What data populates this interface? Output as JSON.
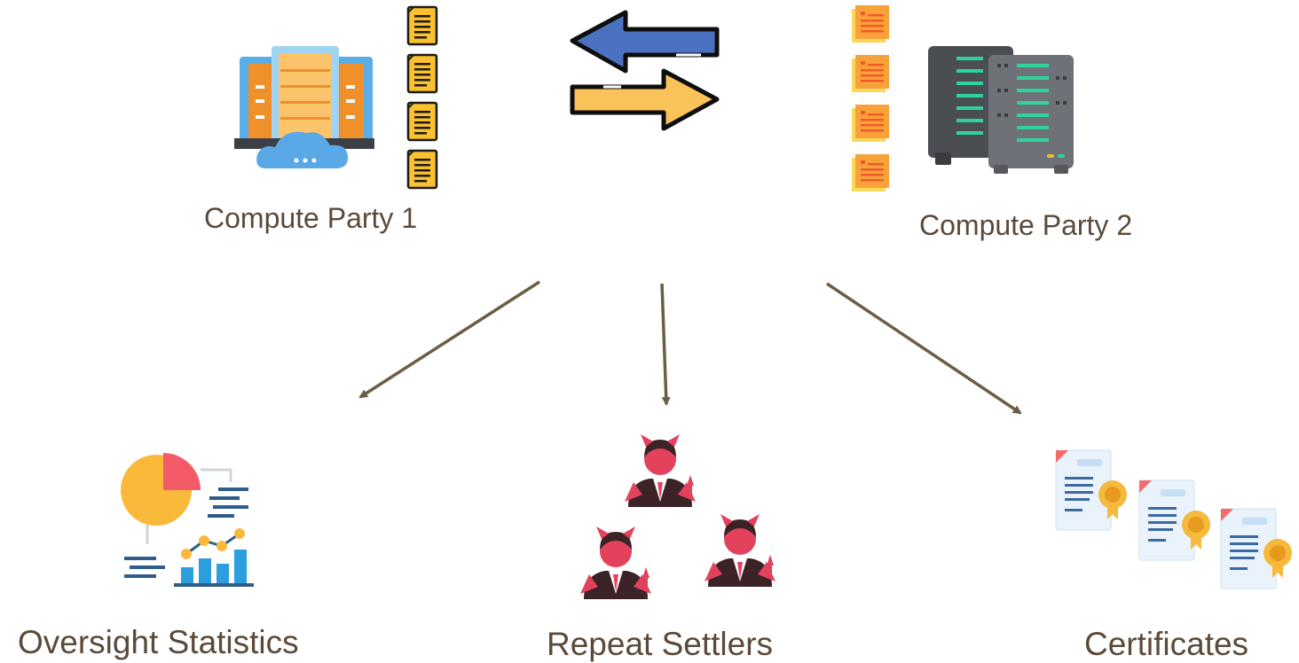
{
  "labels": {
    "compute_party_1": "Compute Party 1",
    "compute_party_2": "Compute Party 2",
    "oversight_statistics": "Oversight Statistics",
    "repeat_settlers": "Repeat Settlers",
    "certificates": "Certificates"
  },
  "colors": {
    "label_text": "#5b4a3a",
    "flow_arrow": "#6b5e44",
    "exchange_arrow_left": "#4a72c0",
    "exchange_arrow_right": "#f9c35a",
    "document_yellow": "#fbc02d",
    "server_orange": "#f0902a",
    "server_blue": "#5aaee8",
    "cloud_blue": "#5aa9e6",
    "rack_dark": "#4a4d52",
    "rack_green": "#2fd29c",
    "chart_pie": "#f9b93a",
    "chart_red": "#f45b69",
    "chart_blue": "#2b9fdd",
    "settler_red": "#e2425c",
    "certificate_seal": "#f6b93b"
  },
  "icons": [
    "server-cloud-icon",
    "document-icon",
    "exchange-arrow-left-icon",
    "exchange-arrow-right-icon",
    "server-rack-icon",
    "statistics-icon",
    "settler-icon",
    "certificate-icon"
  ]
}
